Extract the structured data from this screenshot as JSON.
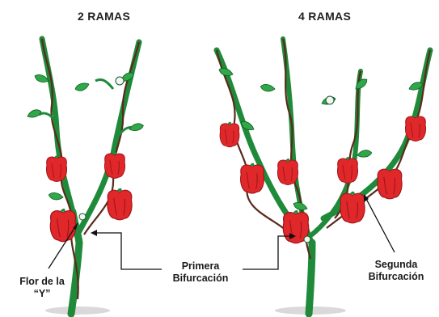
{
  "panels": [
    {
      "title": "2 RAMAS"
    },
    {
      "title": "4 RAMAS"
    }
  ],
  "labels": {
    "flor_line1": "Flor de la",
    "flor_line2": "“Y”",
    "primera_line1": "Primera",
    "primera_line2": "Bifurcación",
    "segunda_line1": "Segunda",
    "segunda_line2": "Bifurcación"
  },
  "colors": {
    "stem_green": "#1f8a3a",
    "dark_green": "#0f5a22",
    "leaf_green": "#2fa84a",
    "twine_brown": "#5a2a1c",
    "pepper_red": "#e0282b",
    "pepper_dark": "#a3161a",
    "line": "#111111"
  }
}
